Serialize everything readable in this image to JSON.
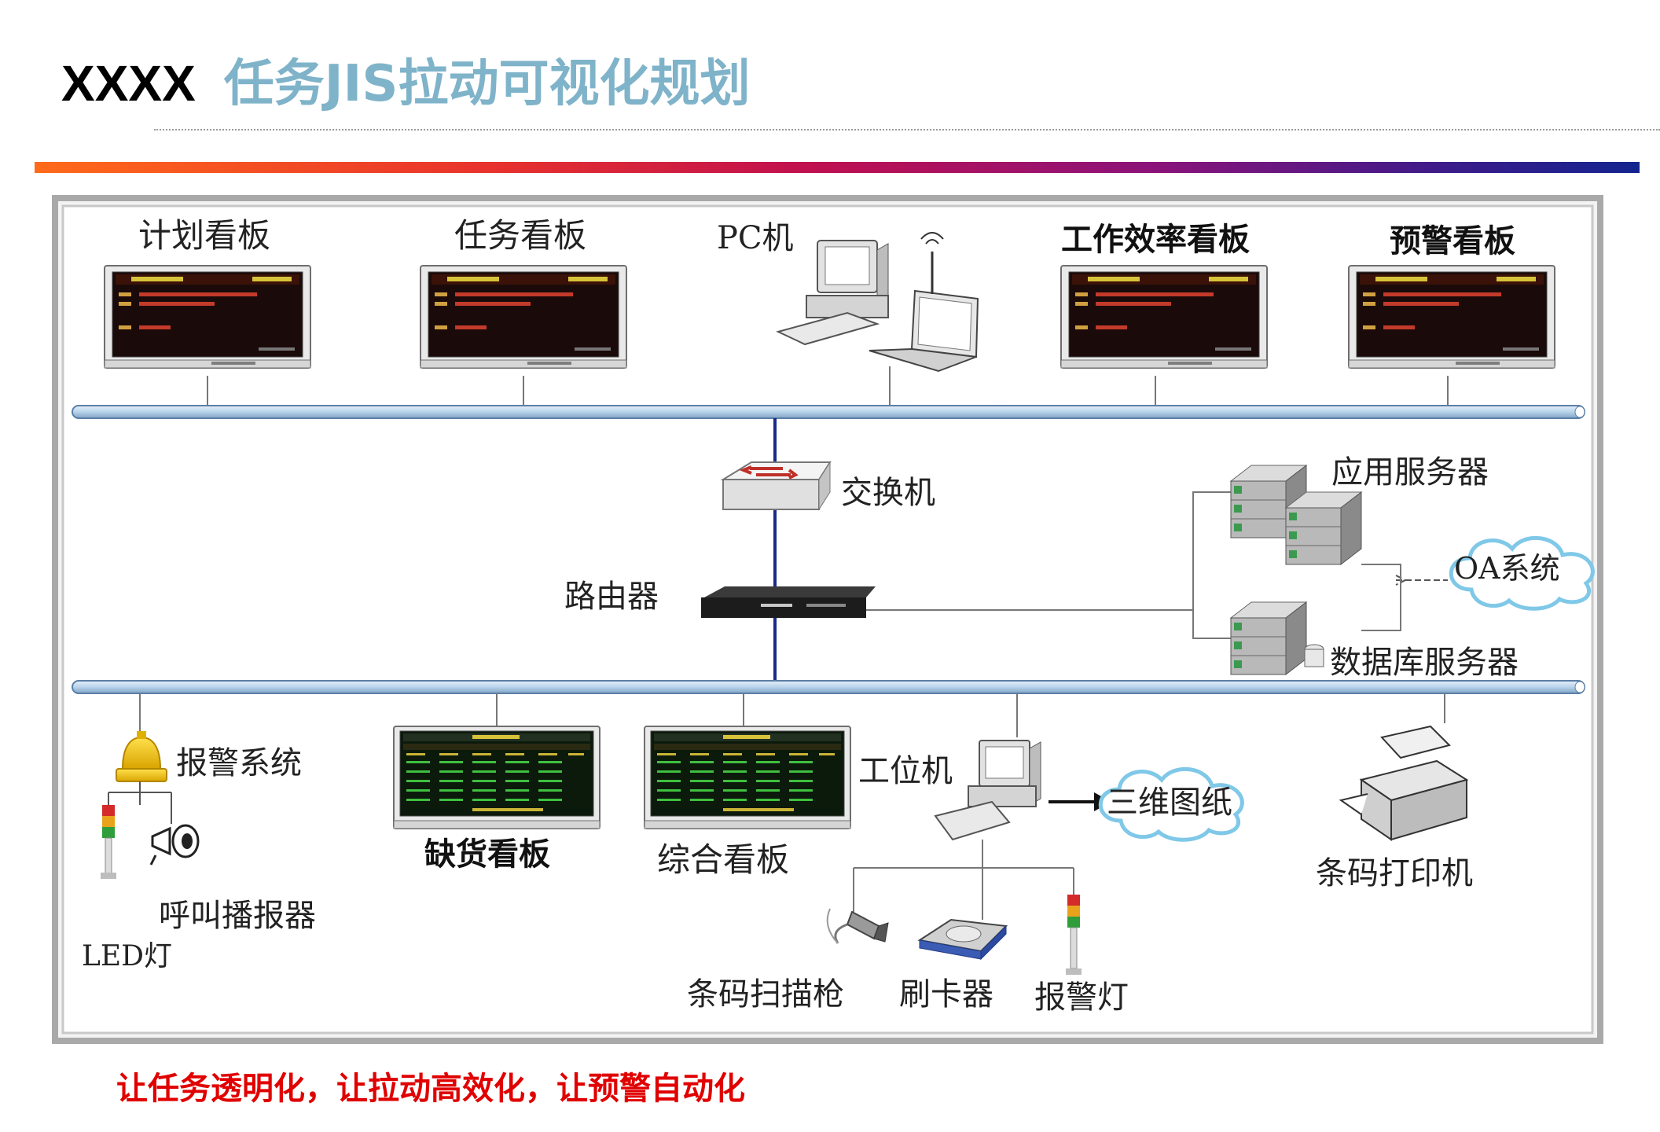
{
  "title": {
    "prefix": "XXXX",
    "main": "任务JIS拉动可视化规划"
  },
  "diagram": {
    "top_row": {
      "plan_board": "计划看板",
      "task_board": "任务看板",
      "pc": "PC机",
      "efficiency_board": "工作效率看板",
      "warning_board": "预警看板"
    },
    "middle": {
      "switch": "交换机",
      "router": "路由器",
      "app_server": "应用服务器",
      "db_server": "数据库服务器",
      "oa": "OA系统"
    },
    "bottom": {
      "alarm_system": "报警系统",
      "broadcaster": "呼叫播报器",
      "led": "LED灯",
      "shortage_board": "缺货看板",
      "summary_board": "综合看板",
      "workstation": "工位机",
      "drawing_3d": "三维图纸",
      "barcode_printer": "条码打印机",
      "barcode_scanner": "条码扫描枪",
      "card_reader": "刷卡器",
      "alarm_light": "报警灯"
    }
  },
  "slogan": "让任务透明化，让拉动高效化，让预警自动化",
  "colors": {
    "title_prefix": "#000000",
    "title_main": "#7fb3c9",
    "slogan": "#e00000",
    "bus": "#b8d3ea",
    "bus_border": "#5b7fa6",
    "frame": "#a9a9a9"
  }
}
